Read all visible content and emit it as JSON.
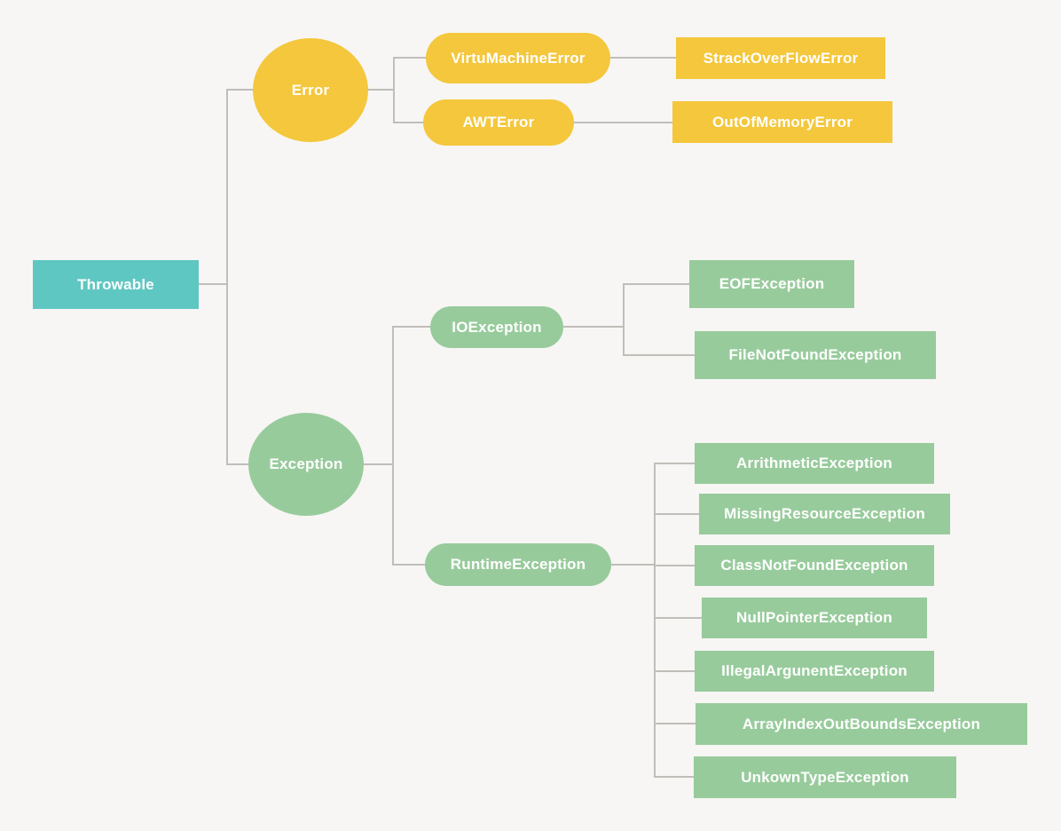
{
  "colors": {
    "background": "#f7f6f4",
    "teal": "#5fc7c2",
    "yellow": "#f4c73c",
    "green": "#98cb9c",
    "line": "#c1bdb9",
    "text": "#ffffff"
  },
  "nodes": {
    "throwable": {
      "label": "Throwable"
    },
    "error": {
      "label": "Error"
    },
    "virtu_machine_error": {
      "label": "VirtuMachineError"
    },
    "awt_error": {
      "label": "AWTError"
    },
    "strack_overflow_error": {
      "label": "StrackOverFlowError"
    },
    "out_of_memory_error": {
      "label": "OutOfMemoryError"
    },
    "exception": {
      "label": "Exception"
    },
    "io_exception": {
      "label": "IOException"
    },
    "eof_exception": {
      "label": "EOFException"
    },
    "file_not_found_exception": {
      "label": "FileNotFoundException"
    },
    "runtime_exception": {
      "label": "RuntimeException"
    },
    "arrithmetic_exception": {
      "label": "ArrithmeticException"
    },
    "missing_resource_exception": {
      "label": "MissingResourceException"
    },
    "class_not_found_exception": {
      "label": "ClassNotFoundException"
    },
    "null_pointer_exception": {
      "label": "NullPointerException"
    },
    "illegal_argunent_exception": {
      "label": "IllegalArgunentException"
    },
    "array_index_out_bounds_exception": {
      "label": "ArrayIndexOutBoundsException"
    },
    "unkown_type_exception": {
      "label": "UnkownTypeException"
    }
  },
  "edges": [
    [
      "throwable",
      "error"
    ],
    [
      "throwable",
      "exception"
    ],
    [
      "error",
      "virtu_machine_error"
    ],
    [
      "error",
      "awt_error"
    ],
    [
      "virtu_machine_error",
      "strack_overflow_error"
    ],
    [
      "awt_error",
      "out_of_memory_error"
    ],
    [
      "exception",
      "io_exception"
    ],
    [
      "exception",
      "runtime_exception"
    ],
    [
      "io_exception",
      "eof_exception"
    ],
    [
      "io_exception",
      "file_not_found_exception"
    ],
    [
      "runtime_exception",
      "arrithmetic_exception"
    ],
    [
      "runtime_exception",
      "missing_resource_exception"
    ],
    [
      "runtime_exception",
      "class_not_found_exception"
    ],
    [
      "runtime_exception",
      "null_pointer_exception"
    ],
    [
      "runtime_exception",
      "illegal_argunent_exception"
    ],
    [
      "runtime_exception",
      "array_index_out_bounds_exception"
    ],
    [
      "runtime_exception",
      "unkown_type_exception"
    ]
  ]
}
